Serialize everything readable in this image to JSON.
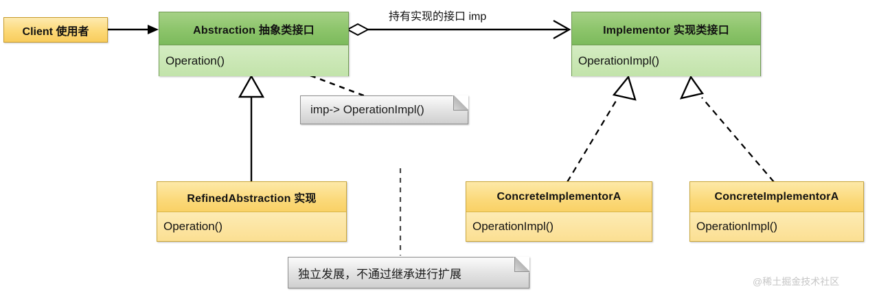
{
  "diagram": {
    "title": "Bridge Pattern UML Class Diagram",
    "client": {
      "label": "Client 使用者"
    },
    "classes": [
      {
        "key": "abstraction",
        "name": "Abstraction 抽象类接口",
        "member": "Operation()",
        "color": "green"
      },
      {
        "key": "implementor",
        "name": "Implementor 实现类接口",
        "member": "OperationImpl()",
        "color": "green"
      },
      {
        "key": "refined_abstraction",
        "name": "RefinedAbstraction 实现",
        "member": "Operation()",
        "color": "yellow"
      },
      {
        "key": "concrete_implementor_a",
        "name": "ConcreteImplementorA",
        "member": "OperationImpl()",
        "color": "yellow"
      },
      {
        "key": "concrete_implementor_b",
        "name": "ConcreteImplementorA",
        "member": "OperationImpl()",
        "color": "yellow"
      }
    ],
    "edge_labels": {
      "aggregation": "持有实现的接口 imp"
    },
    "notes": [
      {
        "key": "imp_note",
        "text": "imp-> OperationImpl()"
      },
      {
        "key": "independent_note",
        "text": "独立发展，不通过继承进行扩展"
      }
    ],
    "watermark": "@稀土掘金技术社区",
    "colors": {
      "green_header": "#8cc46a",
      "green_body": "#c2e3aa",
      "green_border": "#6f9a52",
      "yellow_header": "#fbd97a",
      "yellow_body": "#fbdf92",
      "yellow_border": "#c9a63a",
      "note_fill": "#e6e6e6",
      "line": "#000000",
      "background": "#ffffff",
      "watermark": "#c6c6c6"
    }
  }
}
